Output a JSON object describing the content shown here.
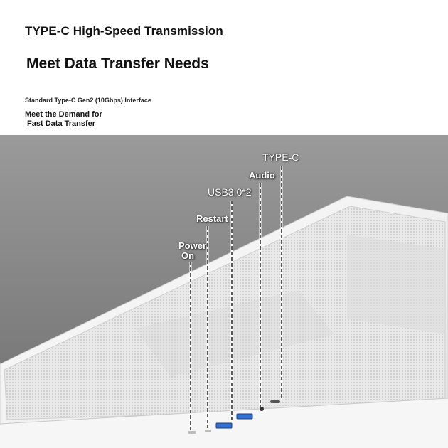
{
  "header": {
    "title": "TYPE-C High-Speed Transmission",
    "headline": "Meet Data Transfer Needs",
    "spec_line": "Standard Type-C Gen2 (10Gbps) Interface",
    "tagline_1": "Meet the Demand for",
    "tagline_2": " Fast Data Transfer"
  },
  "callouts": {
    "power_1": "Power",
    "power_2": "On",
    "restart": "Restart",
    "usb": "USB3.0*2",
    "audio": "Audio",
    "typec": "TYPE-C"
  },
  "colors": {
    "background_gray": "#8a8a8a",
    "case_white": "#f2f2f2",
    "usb_blue": "#2f6fd6"
  }
}
